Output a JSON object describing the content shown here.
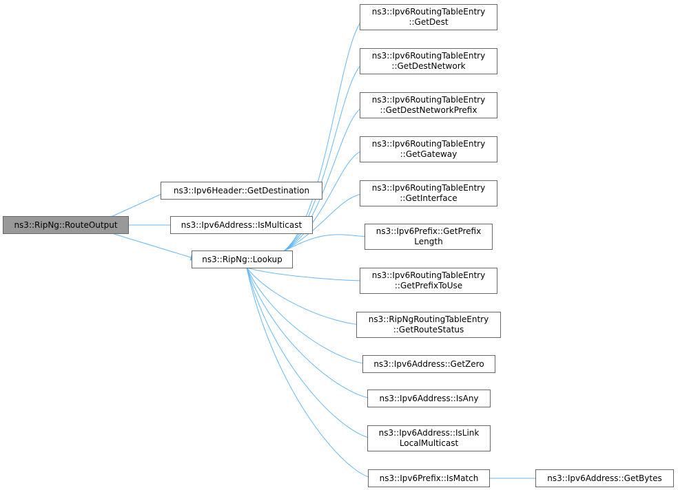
{
  "nodes": {
    "route_output": {
      "lines": [
        "ns3::RipNg::RouteOutput"
      ]
    },
    "get_destination": {
      "lines": [
        "ns3::Ipv6Header::GetDestination"
      ]
    },
    "is_multicast": {
      "lines": [
        "ns3::Ipv6Address::IsMulticast"
      ]
    },
    "lookup": {
      "lines": [
        "ns3::RipNg::Lookup"
      ]
    },
    "get_dest": {
      "lines": [
        "ns3::Ipv6RoutingTableEntry",
        "::GetDest"
      ]
    },
    "get_dest_network": {
      "lines": [
        "ns3::Ipv6RoutingTableEntry",
        "::GetDestNetwork"
      ]
    },
    "get_dest_network_prefix": {
      "lines": [
        "ns3::Ipv6RoutingTableEntry",
        "::GetDestNetworkPrefix"
      ]
    },
    "get_gateway": {
      "lines": [
        "ns3::Ipv6RoutingTableEntry",
        "::GetGateway"
      ]
    },
    "get_interface": {
      "lines": [
        "ns3::Ipv6RoutingTableEntry",
        "::GetInterface"
      ]
    },
    "get_prefix_length": {
      "lines": [
        "ns3::Ipv6Prefix::GetPrefix",
        "Length"
      ]
    },
    "get_prefix_to_use": {
      "lines": [
        "ns3::Ipv6RoutingTableEntry",
        "::GetPrefixToUse"
      ]
    },
    "get_route_status": {
      "lines": [
        "ns3::RipNgRoutingTableEntry",
        "::GetRouteStatus"
      ]
    },
    "get_zero": {
      "lines": [
        "ns3::Ipv6Address::GetZero"
      ]
    },
    "is_any": {
      "lines": [
        "ns3::Ipv6Address::IsAny"
      ]
    },
    "is_link_local_multicast": {
      "lines": [
        "ns3::Ipv6Address::IsLink",
        "LocalMulticast"
      ]
    },
    "is_match": {
      "lines": [
        "ns3::Ipv6Prefix::IsMatch"
      ]
    },
    "get_bytes": {
      "lines": [
        "ns3::Ipv6Address::GetBytes"
      ]
    }
  },
  "edges": [
    [
      "route_output",
      "get_destination"
    ],
    [
      "route_output",
      "is_multicast"
    ],
    [
      "route_output",
      "lookup"
    ],
    [
      "lookup",
      "get_dest"
    ],
    [
      "lookup",
      "get_dest_network"
    ],
    [
      "lookup",
      "get_dest_network_prefix"
    ],
    [
      "lookup",
      "get_gateway"
    ],
    [
      "lookup",
      "get_interface"
    ],
    [
      "lookup",
      "get_prefix_length"
    ],
    [
      "lookup",
      "get_prefix_to_use"
    ],
    [
      "lookup",
      "get_route_status"
    ],
    [
      "lookup",
      "get_zero"
    ],
    [
      "lookup",
      "is_any"
    ],
    [
      "lookup",
      "is_link_local_multicast"
    ],
    [
      "lookup",
      "is_match"
    ],
    [
      "is_match",
      "get_bytes"
    ]
  ],
  "colors": {
    "edge": "#63b8ff",
    "node_border": "#666666",
    "root_fill": "#999999"
  }
}
